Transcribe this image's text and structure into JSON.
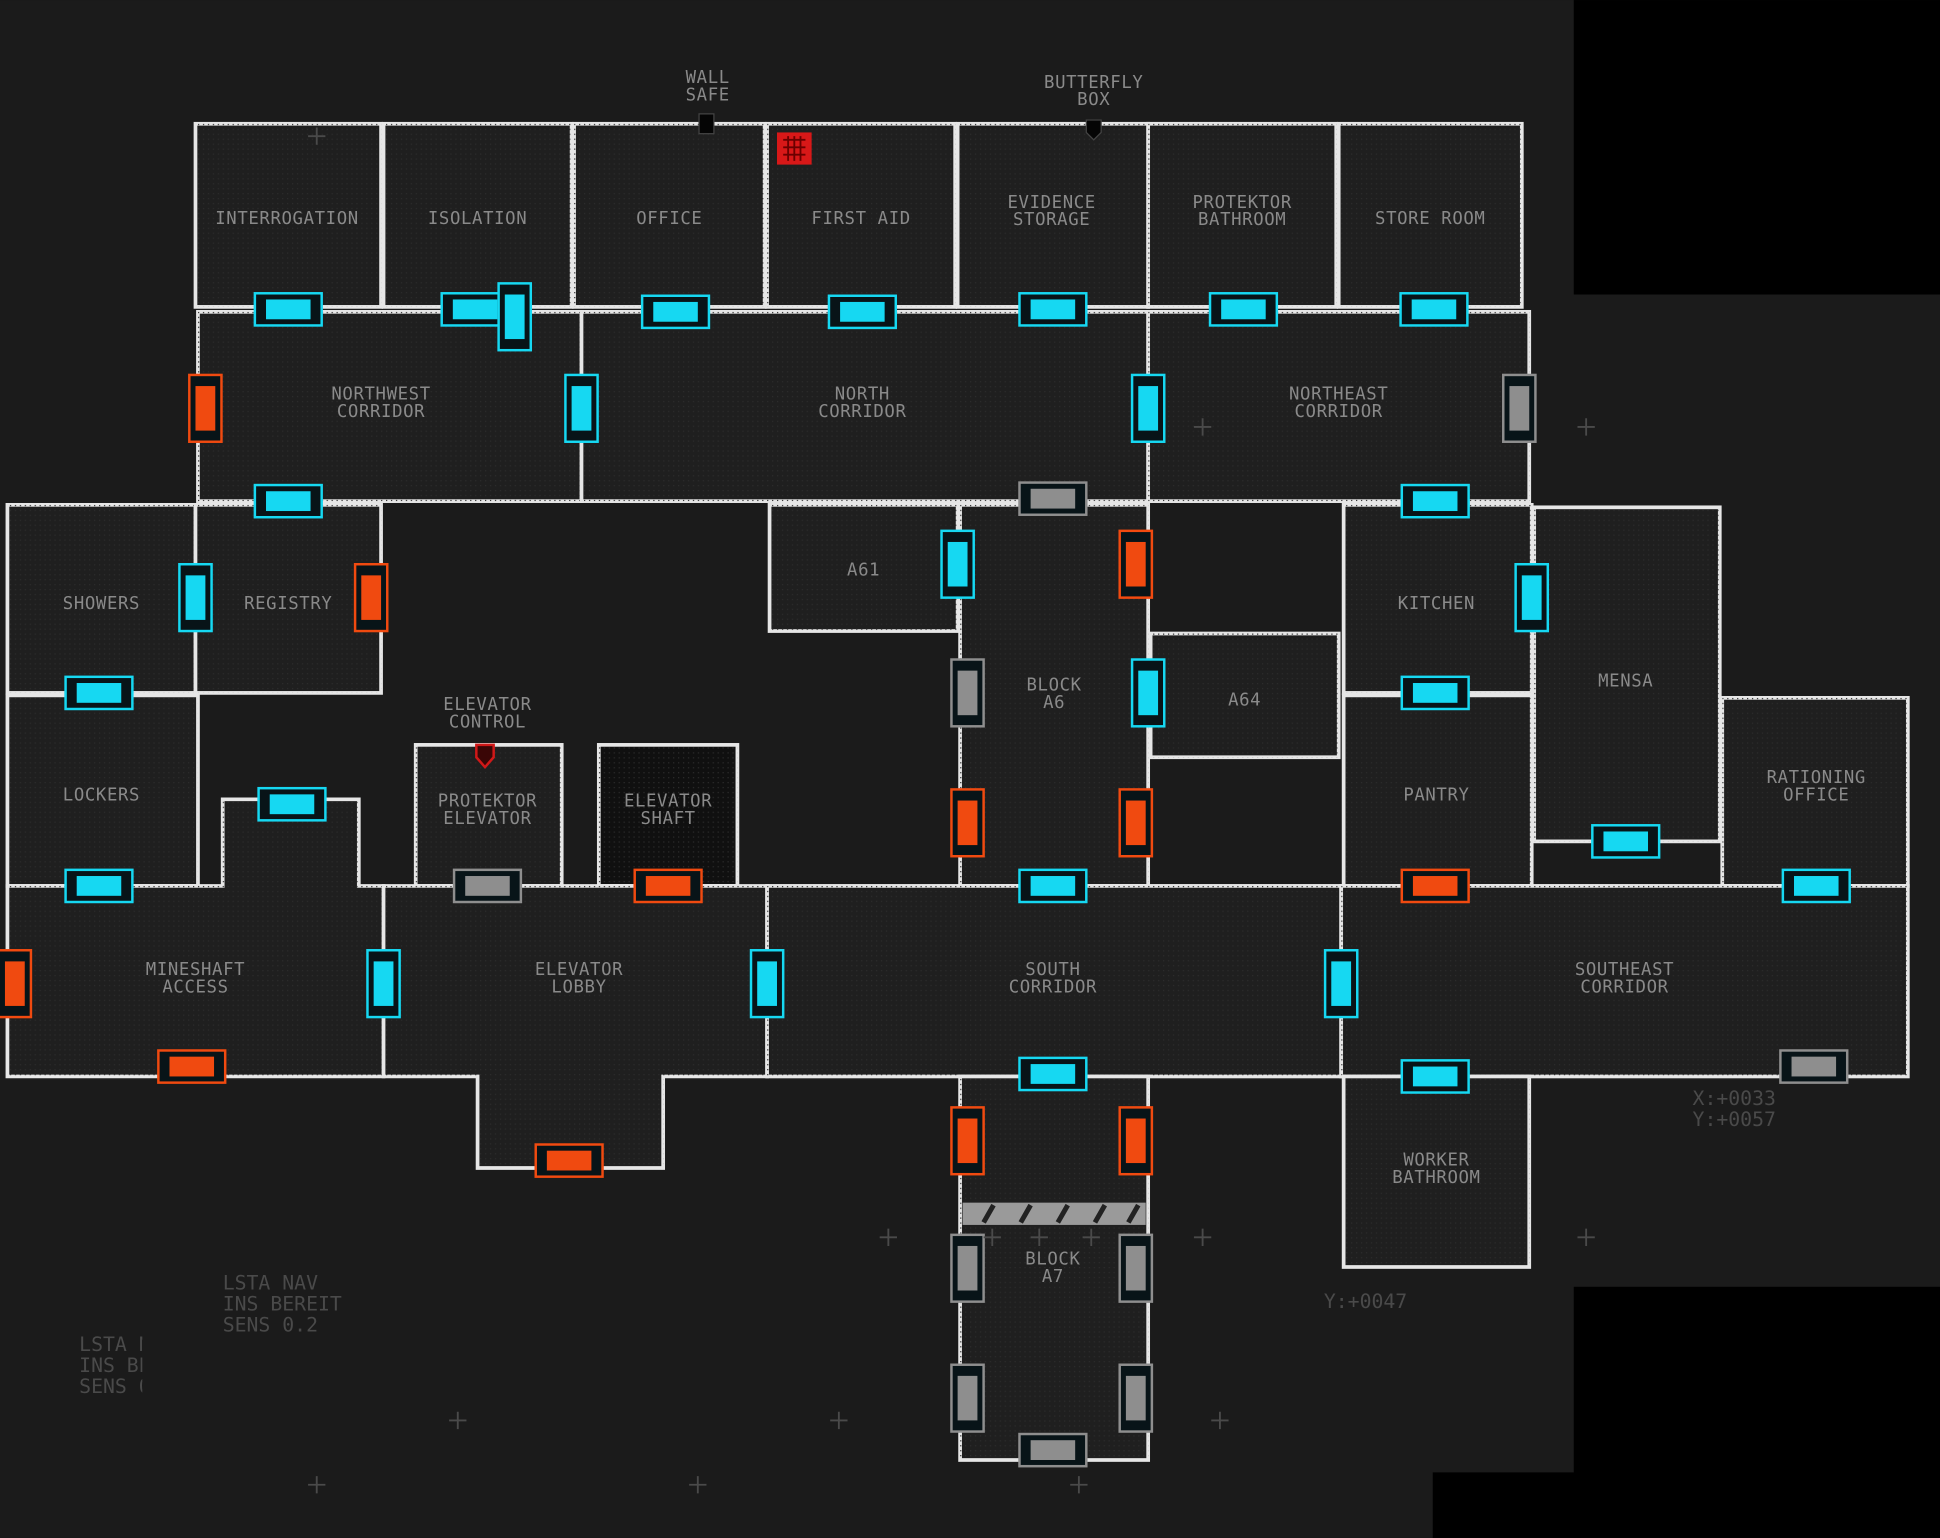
{
  "title": "Facility Map",
  "rooms": {
    "interrogation": [
      "INTERROGATION"
    ],
    "isolation": [
      "ISOLATION"
    ],
    "office": [
      "OFFICE"
    ],
    "first_aid": [
      "FIRST AID"
    ],
    "evidence_storage": [
      "EVIDENCE",
      "STORAGE"
    ],
    "protektor_bathroom": [
      "PROTEKTOR",
      "BATHROOM"
    ],
    "store_room": [
      "STORE ROOM"
    ],
    "northwest_corridor": [
      "NORTHWEST",
      "CORRIDOR"
    ],
    "north_corridor": [
      "NORTH",
      "CORRIDOR"
    ],
    "northeast_corridor": [
      "NORTHEAST",
      "CORRIDOR"
    ],
    "showers": [
      "SHOWERS"
    ],
    "registry": [
      "REGISTRY"
    ],
    "a61": [
      "A61"
    ],
    "block_a6": [
      "BLOCK",
      "A6"
    ],
    "a64": [
      "A64"
    ],
    "kitchen": [
      "KITCHEN"
    ],
    "mensa": [
      "MENSA"
    ],
    "lockers": [
      "LOCKERS"
    ],
    "protektor_elevator": [
      "PROTEKTOR",
      "ELEVATOR"
    ],
    "elevator_shaft": [
      "ELEVATOR",
      "SHAFT"
    ],
    "pantry": [
      "PANTRY"
    ],
    "rationing_office": [
      "RATIONING",
      "OFFICE"
    ],
    "mineshaft_access": [
      "MINESHAFT",
      "ACCESS"
    ],
    "elevator_lobby": [
      "ELEVATOR",
      "LOBBY"
    ],
    "south_corridor": [
      "SOUTH",
      "CORRIDOR"
    ],
    "southeast_corridor": [
      "SOUTHEAST",
      "CORRIDOR"
    ],
    "worker_bathroom": [
      "WORKER",
      "BATHROOM"
    ],
    "block_a7": [
      "BLOCK",
      "A7"
    ]
  },
  "markers": {
    "wall_safe": [
      "WALL",
      "SAFE"
    ],
    "butterfly_box": [
      "BUTTERFLY",
      "BOX"
    ],
    "elevator_control": [
      "ELEVATOR",
      "CONTROL"
    ]
  },
  "hud": {
    "status_lines": [
      "LSTA NAV",
      "INS BEREIT",
      "SENS 0.2"
    ],
    "coord_x": "X:+0033",
    "coord_y": "Y:+0057",
    "coord_y2": "Y:+0047"
  },
  "colors": {
    "door_open": "#16d8f2",
    "door_locked": "#f04a10",
    "door_disabled": "#8e8e8e",
    "first_aid": "#d81818",
    "wall": "#e6e6e6"
  }
}
